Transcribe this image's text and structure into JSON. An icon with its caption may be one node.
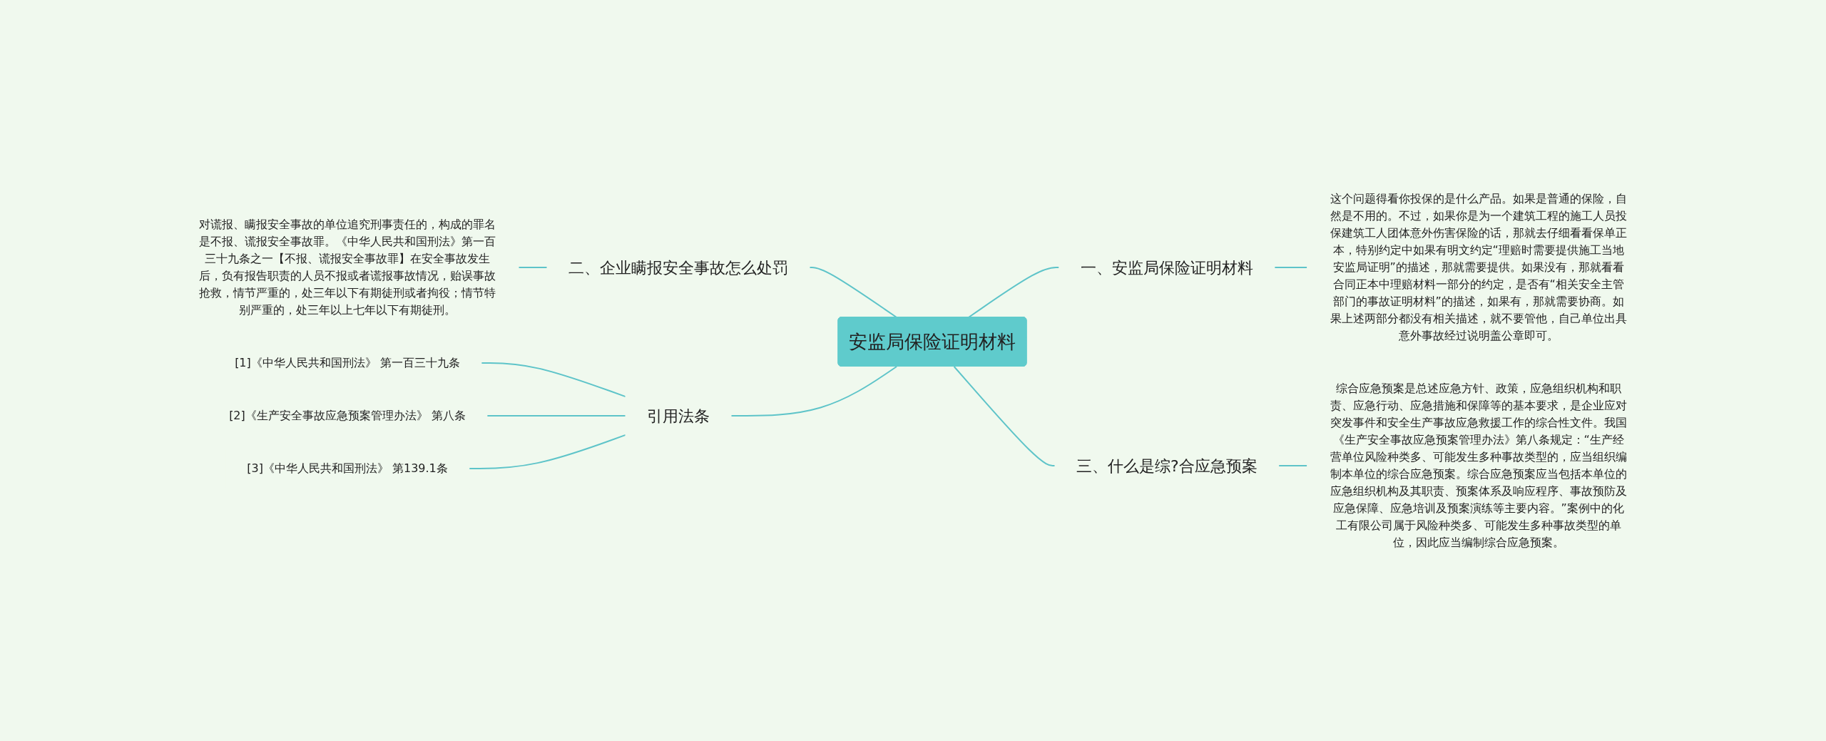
{
  "diagram": {
    "nodes": [
      {
        "text": [
          "安监局保险证明材料"
        ]
      },
      {
        "text": [
          "一、安监局保险证明材料"
        ]
      },
      {
        "text": [
          "这个问题得看你投保的是什么产品。如果是普通的保险，自然是不用的。不过，如果你是为一个建筑工程的施工人员投保建筑工人团体意外伤害保险的话，那就去仔细看看保单正本，特别约定中如果有明文约定“理赔时需要提供施工当地安监局证明”的描述，那就需要提供。如果没有，那就看看合同正本中理赔材料一部分的约定，是否有“相关安全主管部门的事故证明材料”的描述，如果有，那就需要协商。如果上述两部分都没有相关描述，就不要管他，自己单位出具意外事故经过说明盖公章即可。"
        ]
      },
      {
        "text": [
          "二、企业瞒报安全事故怎么处罚"
        ]
      },
      {
        "text": [
          "对谎报、瞒报安全事故的单位追究刑事责任的，构成的罪名是不报、谎报安全事故罪。《中华人民共和国刑法》第一百三十九条之一【不报、谎报安全事故罪】在安全事故发生后，负有报告职责的人员不报或者谎报事故情况，贻误事故抢救，情节严重的，处三年以下有期徒刑或者拘役；情节特别严重的，处三年以上七年以下有期徒刑。"
        ]
      },
      {
        "text": [
          "引用法条"
        ]
      },
      {
        "text": [
          "[1]《中华人民共和国刑法》 第一百三十九条"
        ]
      },
      {
        "text": [
          "[2]《生产安全事故应急预案管理办法》 第八条"
        ]
      },
      {
        "text": [
          "[3]《中华人民共和国刑法》 第139.1条"
        ]
      },
      {
        "text": [
          "三、什么是综?合应急预案"
        ]
      },
      {
        "text": [
          "综合应急预案是总述应急方针、政策，应急组织机构和职责、应急行动、应急措施和保障等的基本要求，是企业应对突发事件和安全生产事故应急救援工作的综合性文件。我国《生产安全事故应急预案管理办法》第八条规定：“生产经营单位风险种类多、可能发生多种事故类型的，应当组织编制本单位的综合应急预案。综合应急预案应当包括本单位的应急组织机构及其职责、预案体系及响应程序、事故预防及应急保障、应急培训及预案演练等主要内容。”案例中的化工有限公司属于风险种类多、可能发生多种事故类型的单位，因此应当编制综合应急预案。"
        ]
      }
    ],
    "edges": [
      {
        "from": 0,
        "to": 1,
        "arrow": "none"
      },
      {
        "from": 1,
        "to": 2,
        "arrow": "none"
      },
      {
        "from": 3,
        "to": 0,
        "arrow": "none"
      },
      {
        "from": 4,
        "to": 3,
        "arrow": "none"
      },
      {
        "from": 5,
        "to": 0,
        "arrow": "none"
      },
      {
        "from": 6,
        "to": 5,
        "arrow": "none"
      },
      {
        "from": 7,
        "to": 5,
        "arrow": "none"
      },
      {
        "from": 8,
        "to": 5,
        "arrow": "none"
      },
      {
        "from": 0,
        "to": 9,
        "arrow": "none"
      },
      {
        "from": 9,
        "to": 10,
        "arrow": "none"
      }
    ]
  }
}
